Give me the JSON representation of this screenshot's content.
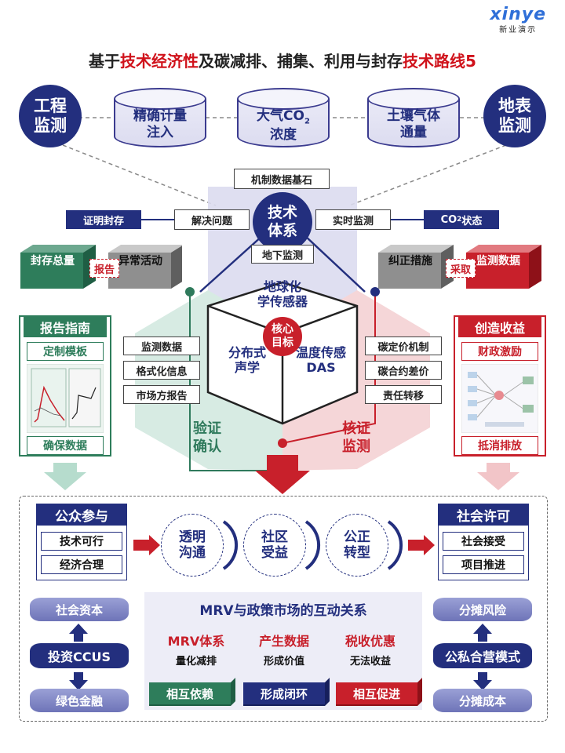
{
  "brand": {
    "name": "xinye",
    "tagline": "新业演示"
  },
  "title": {
    "p1": "基于",
    "p2": "技术经济性",
    "p3": "及碳减排、捕集、利用与封存",
    "p4": "技术路线5"
  },
  "top": {
    "left_circle": "工程\n监测",
    "right_circle": "地表\n监测",
    "cyl1": "精确计量\n注入",
    "cyl2_main": "大气CO",
    "cyl2_sub": "2",
    "cyl2_line2": "浓度",
    "cyl3": "土壤气体\n通量"
  },
  "hex": {
    "base_label": "机制数据基石",
    "center": "技术\n体系",
    "solve": "解决问题",
    "realtime": "实时监测",
    "prove": "证明封存",
    "co2_main": "CO",
    "co2_sub": "2",
    "co2_tail": "状态",
    "underground": "地下监测",
    "cube_top": "地球化\n学传感器",
    "cube_left": "分布式\n声学",
    "cube_right": "温度传感\nDAS",
    "core": "核心\n目标",
    "left_items": [
      "监测数据",
      "格式化信息",
      "市场方报告"
    ],
    "right_items": [
      "碳定价机制",
      "碳合约差价",
      "责任转移"
    ],
    "verify": "验证\n确认",
    "check": "核证\n监测"
  },
  "boxes3d": {
    "storage_total": "封存总量",
    "abnormal": "异常活动",
    "report_tag": "报告",
    "correct": "纠正措施",
    "monitor_data": "监测数据",
    "adopt_tag": "采取"
  },
  "left_panel": {
    "header": "报告指南",
    "top": "定制模板",
    "bottom": "确保数据"
  },
  "right_panel": {
    "header": "创造收益",
    "top": "财政激励",
    "bottom": "抵消排放"
  },
  "bottom": {
    "public": "公众参与",
    "public_items": [
      "技术可行",
      "经济合理"
    ],
    "license": "社会许可",
    "license_items": [
      "社会接受",
      "项目推进"
    ],
    "rings": [
      "透明\n沟通",
      "社区\n受益",
      "公正\n转型"
    ],
    "left_stack": [
      "社会资本",
      "投资CCUS",
      "绿色金融"
    ],
    "right_stack": [
      "分摊风险",
      "公私合营模式",
      "分摊成本"
    ],
    "mrv_title": "MRV与政策市场的互动关系",
    "cols": [
      {
        "head": "MRV体系",
        "body": "量化减排"
      },
      {
        "head": "产生数据",
        "body": "形成价值"
      },
      {
        "head": "税收优惠",
        "body": "无法收益"
      }
    ],
    "chips": [
      "相互依赖",
      "形成闭环",
      "相互促进"
    ]
  },
  "colors": {
    "navy": "#232f7e",
    "red": "#d0121b",
    "teal": "#2f7a5c",
    "green_box": "#2e7d5b",
    "red_box": "#c8202b"
  }
}
